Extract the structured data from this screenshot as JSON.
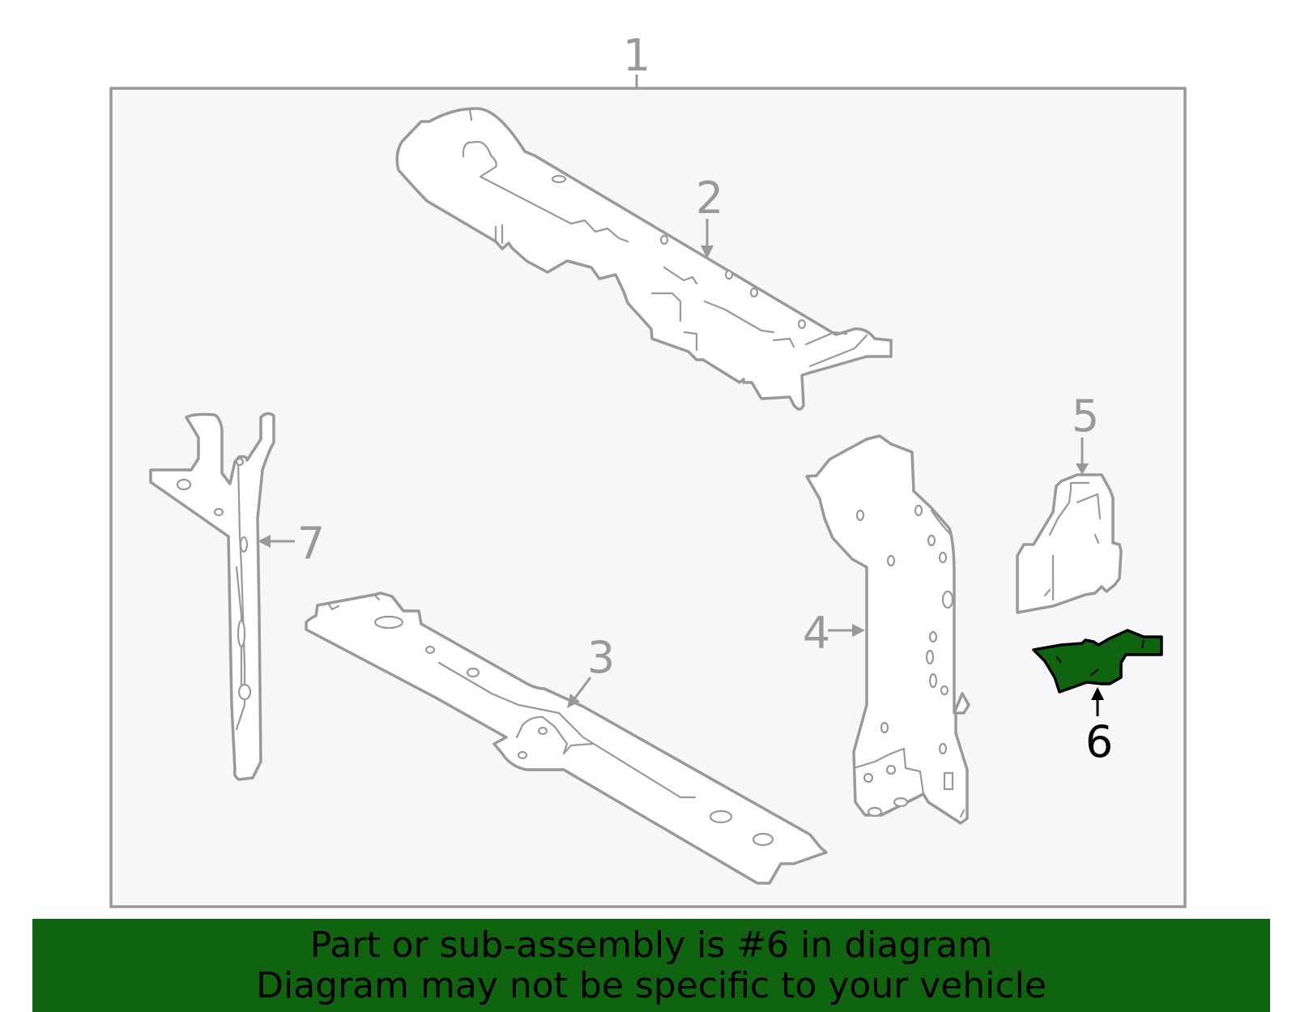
{
  "diagram": {
    "assembly_label": "1",
    "parts": [
      {
        "label": "2"
      },
      {
        "label": "3"
      },
      {
        "label": "4"
      },
      {
        "label": "5"
      },
      {
        "label": "6",
        "highlighted": true
      },
      {
        "label": "7"
      }
    ],
    "highlight_color": "#106410",
    "outline_color": "#999999",
    "frame_fill": "#f7f7f7"
  },
  "banner": {
    "line1": "Part or sub-assembly is #6 in diagram",
    "line2": "Diagram may not be specific to your vehicle"
  }
}
